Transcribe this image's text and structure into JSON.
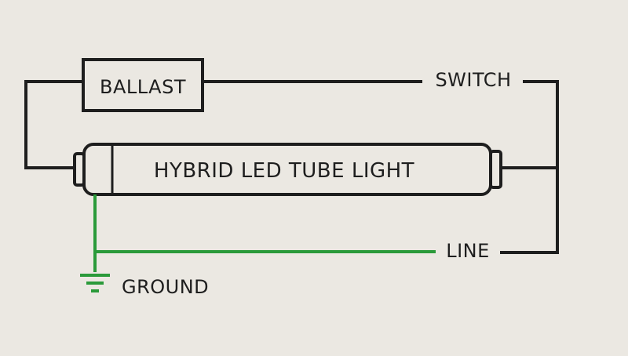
{
  "labels": {
    "ballast": "BALLAST",
    "switch": "SWITCH",
    "tube": "HYBRID LED TUBE LIGHT",
    "line": "LINE",
    "ground": "GROUND"
  },
  "colors": {
    "background": "#ebe8e2",
    "wire": "#1e1e1e",
    "ground_wire": "#2a9a3a"
  }
}
